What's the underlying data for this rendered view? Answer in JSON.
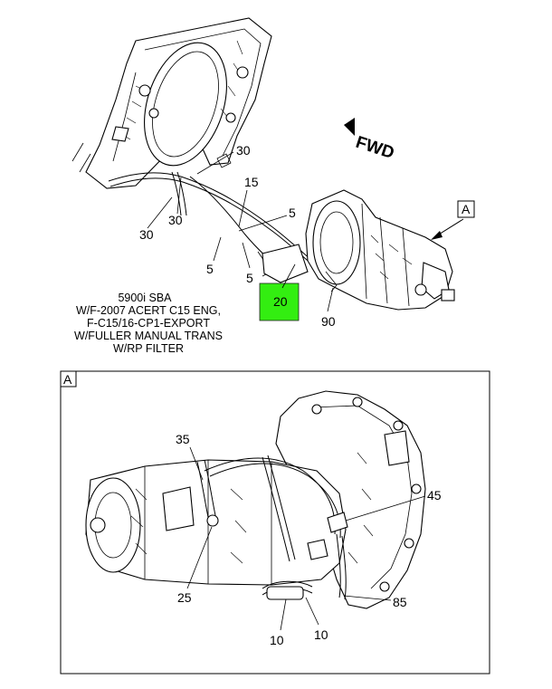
{
  "highlight_color": "#33ee11",
  "top_view": {
    "fwd_label": "FWD",
    "view_ref": "A",
    "callouts": [
      "30",
      "30",
      "30",
      "15",
      "5",
      "5",
      "5",
      "20",
      "90"
    ],
    "note_lines": [
      "5900i SBA",
      "W/F-2007 ACERT C15 ENG,",
      "F-C15/16-CP1-EXPORT",
      "W/FULLER MANUAL TRANS",
      "W/RP FILTER"
    ]
  },
  "detail_view": {
    "label": "A",
    "callouts": [
      "35",
      "45",
      "25",
      "85",
      "10",
      "10"
    ]
  }
}
